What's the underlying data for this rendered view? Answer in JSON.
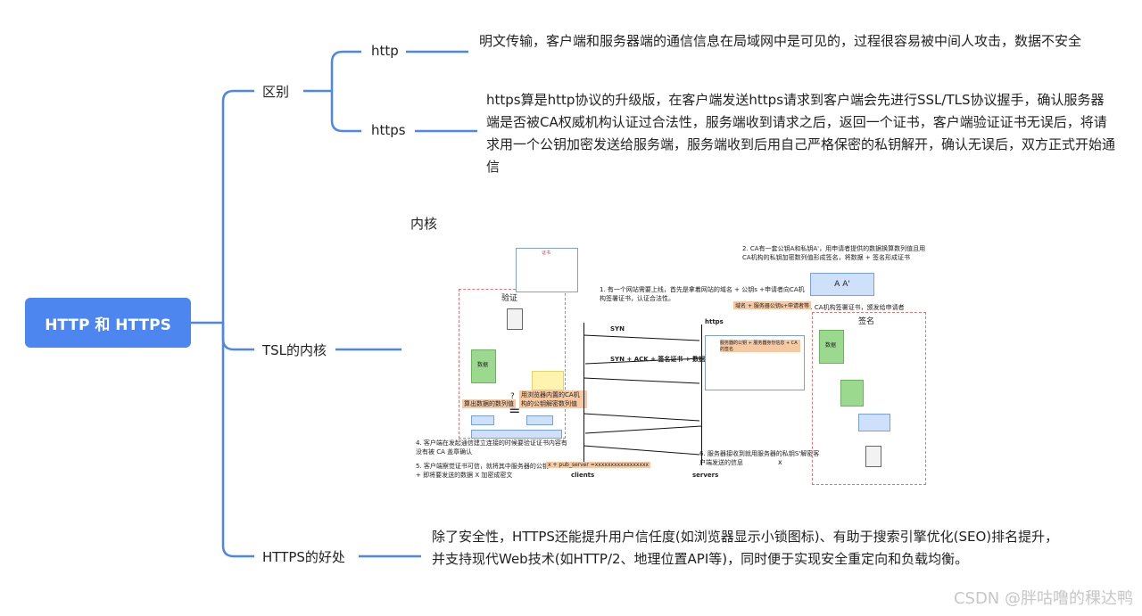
{
  "root": {
    "label": "HTTP 和 HTTPS"
  },
  "branches": {
    "diff": {
      "label": "区别"
    },
    "tsl": {
      "label": "TSL的内核"
    },
    "benefit": {
      "label": "HTTPS的好处"
    }
  },
  "diff": {
    "http": {
      "label": "http",
      "desc": "明文传输，客户端和服务器端的通信信息在局域网中是可见的，过程很容易被中间人攻击，数据不安全"
    },
    "https": {
      "label": "https",
      "desc": "https算是http协议的升级版，在客户端发送https请求到客户端会先进行SSL/TLS协议握手，确认服务器端是否被CA权威机构认证过合法性，服务端收到请求之后，返回一个证书，客户端验证证书无误后，将请求用一个公钥加密发送给服务端，服务端收到后用自己严格保密的私钥解开，确认无误后，双方正式开始通信"
    }
  },
  "tsl": {
    "kernel_label": "内核"
  },
  "benefit": {
    "desc": "除了安全性，HTTPS还能提升用户信任度(如浏览器显示小锁图标)、有助于搜索引擎优化(SEO)排名提升，并支持现代Web技术(如HTTP/2、地理位置API等)，同时便于实现安全重定向和负载均衡。"
  },
  "figure": {
    "verify_title": "验证",
    "sign_title": "签名",
    "step1": "1. 有一个网站需要上线，首先是拿着网站的域名 + 公钥s +申请者向CA机构签署证书，认证合法性。",
    "step2": "2. CA有一套公钥A和私钥A'，用申请者提供的数据换算数列值且用CA机构的私钥加密数列值形成签名，将数据 + 签名形成证书",
    "step3": "3. CA机构签署证书，颁发给申请者",
    "step4": "4. 客户端在发起通信建立连接的时候要验证证书内容有没有被 CA 盖章确认",
    "step5": "5. 客户端察觉证书可信，就将其中服务器的公钥 + 即将要发送的数据 X 加密成密文",
    "step6": "6. 服务器接收到就用服务器的私钥S'解密客户端发送的信息",
    "syn": "SYN",
    "synack": "SYN + ACK + 签名证书 + 数据",
    "https_label": "https",
    "clients": "clients",
    "servers": "servers",
    "ca_keys": "A        A'",
    "domain_pub": "域名 + 服务器公钥s+申请者等",
    "server_pub_label": "服务器的公钥 + 服务器身份信息 + CA 的签名",
    "cipher": "x + pub_server =xxxxxxxxxxxxxxxxx",
    "calc_value": "算出数据的数列值",
    "ca_decrypt": "用浏览器内置的CA机构的公钥解密数列值",
    "equals": "=",
    "question": "?",
    "data1": "数据",
    "data2": "数据",
    "cert_header": "证书",
    "x_char": "x"
  },
  "watermark": "CSDN @胖咕噜的稞达鸭"
}
